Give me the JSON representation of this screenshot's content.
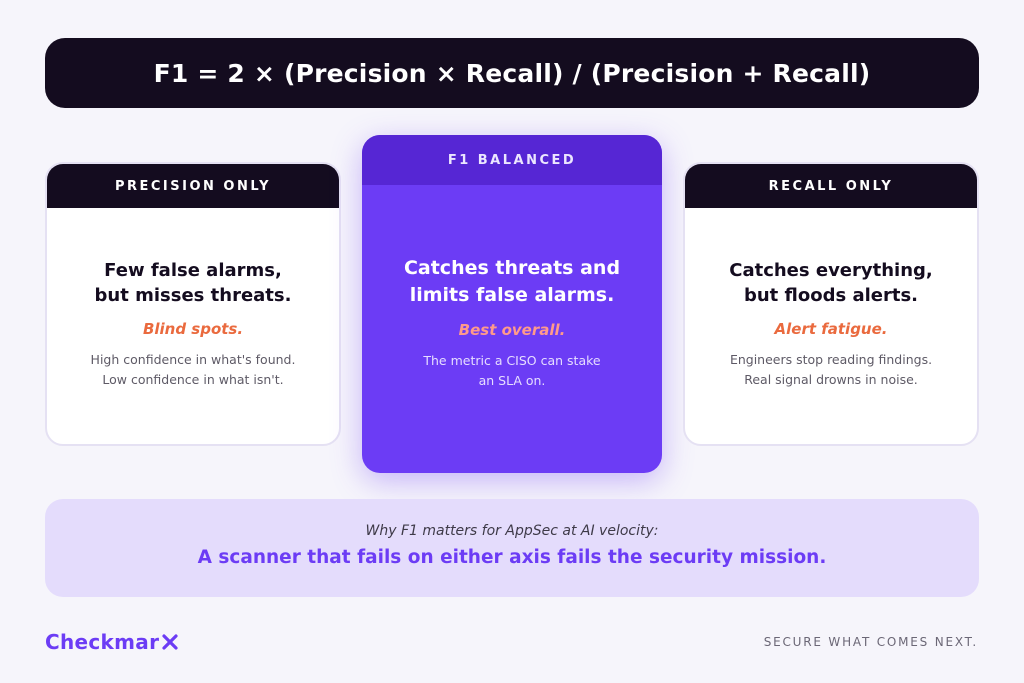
{
  "formula": "F1 = 2 × (Precision × Recall) / (Precision + Recall)",
  "cards": [
    {
      "header": "PRECISION ONLY",
      "headline": "Few false alarms,\nbut misses threats.",
      "tagline": "Blind spots.",
      "note": "High confidence in what's found.\nLow confidence in what isn't."
    },
    {
      "header": "F1 BALANCED",
      "headline": "Catches threats and\nlimits false alarms.",
      "tagline": "Best overall.",
      "note": "The metric a CISO can stake\nan SLA on."
    },
    {
      "header": "RECALL ONLY",
      "headline": "Catches everything,\nbut floods alerts.",
      "tagline": "Alert fatigue.",
      "note": "Engineers stop reading findings.\nReal signal drowns in noise."
    }
  ],
  "banner": {
    "subtitle": "Why F1 matters for AppSec at AI velocity:",
    "message": "A scanner that fails on either axis fails the security mission."
  },
  "footer": {
    "logo_text": "Checkmar",
    "logo_icon": "x-mark-icon",
    "slogan": "SECURE WHAT COMES NEXT."
  },
  "colors": {
    "brand_purple": "#6c3cf5",
    "dark": "#140c1f",
    "accent_orange": "#ea6a3e",
    "accent_pink": "#ff9a8a",
    "banner_bg": "#e4dcfc"
  }
}
